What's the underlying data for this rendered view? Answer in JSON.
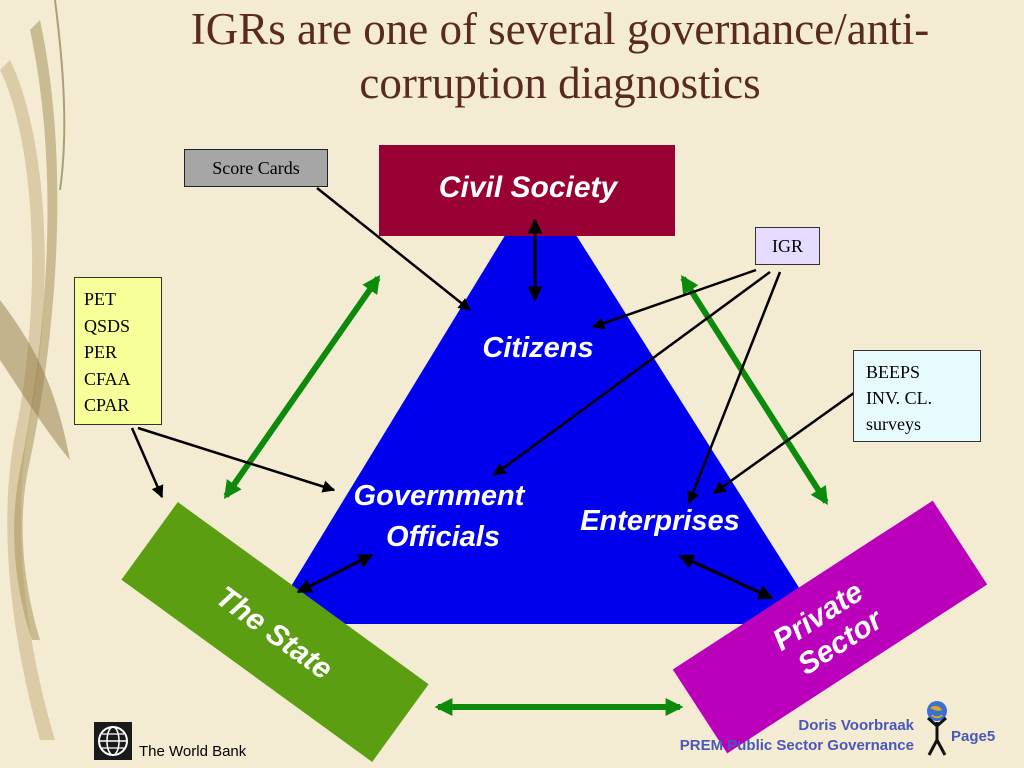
{
  "slide": {
    "title": "IGRs are one of several governance/anti-corruption diagnostics",
    "nodes": {
      "civil_society": "Civil Society",
      "the_state": "The State",
      "private_sector": "Private Sector",
      "citizens": "Citizens",
      "government_officials": "Government\nOfficials",
      "enterprises": "Enterprises"
    },
    "tools": {
      "score_cards": "Score Cards",
      "igr": "IGR",
      "left_list": [
        "PET",
        "QSDS",
        "PER",
        "CFAA",
        "CPAR"
      ],
      "right_list": [
        "BEEPS",
        "INV. CL.",
        "surveys"
      ]
    },
    "footer": {
      "org": "The World Bank",
      "author": "Doris Voorbraak",
      "unit": "PREM Public Sector Governance",
      "page": "Page5"
    },
    "colors": {
      "background": "#f4ecd2",
      "triangle": "#0000ee",
      "civil_society": "#990033",
      "the_state": "#5c9e12",
      "private_sector": "#bb00bb",
      "arrow_green": "#0c8a0c",
      "title": "#5a2a22"
    }
  }
}
